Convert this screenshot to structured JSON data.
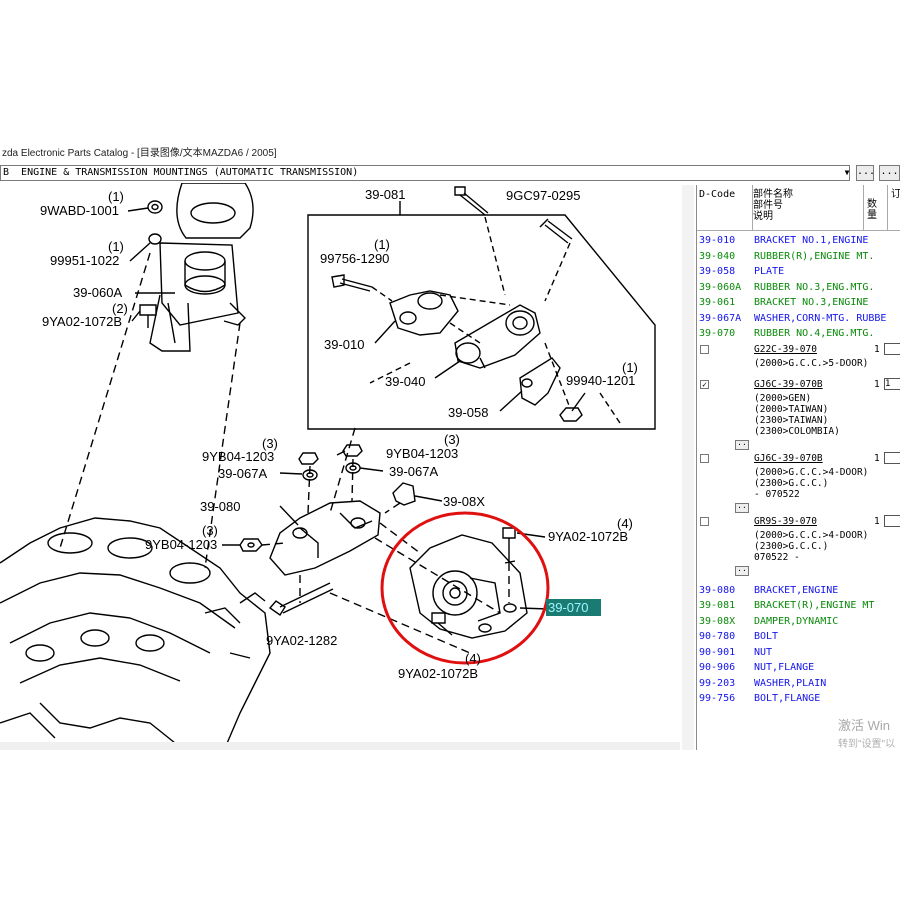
{
  "window": {
    "title": "zda Electronic Parts Catalog - [目录图像/文本MAZDA6 / 2005]"
  },
  "header": {
    "title": "B  ENGINE & TRANSMISSION MOUNTINGS (AUTOMATIC TRANSMISSION)",
    "dropdown_arrow": "▼",
    "button1": "...",
    "button2": "..."
  },
  "diagram": {
    "labels": {
      "l_39081": "39-081",
      "l_9gc97": "9GC97-0295",
      "l_9wabd": "9WABD-1001",
      "l_q1a": "(1)",
      "l_99951": "99951-1022",
      "l_q1b": "(1)",
      "l_39060a": "39-060A",
      "l_9ya02a": "9YA02-1072B",
      "l_q2": "(2)",
      "l_99756": "99756-1290",
      "l_q1c": "(1)",
      "l_39010": "39-010",
      "l_39040": "39-040",
      "l_99940": "99940-1201",
      "l_q1d": "(1)",
      "l_39058": "39-058",
      "l_9yb04a": "9YB04-1203",
      "l_q3a": "(3)",
      "l_39067a_l": "39-067A",
      "l_9yb04b": "9YB04-1203",
      "l_q3b": "(3)",
      "l_39067a_r": "39-067A",
      "l_39080": "39-080",
      "l_3908x": "39-08X",
      "l_9yb04c": "9YB04-1203",
      "l_q3c": "(3)",
      "l_9ya02b": "9YA02-1072B",
      "l_q4a": "(4)",
      "l_9ya02c": "9YA02-1282",
      "l_9ya02d": "9YA02-1072B",
      "l_q4b": "(4)"
    },
    "highlight_label": "39-070",
    "highlight_color": "#e01010"
  },
  "parts_list": {
    "headers": {
      "dcode": "D-Code",
      "name_line1": "部件名称",
      "name_line2": "部件号",
      "name_line3": "说明",
      "qty": "数量",
      "extra": "订"
    },
    "rows_top": [
      {
        "code": "39-010",
        "name": "BRACKET NO.1,ENGINE",
        "color": "blue"
      },
      {
        "code": "39-040",
        "name": "RUBBER(R),ENGINE MT.",
        "color": "green"
      },
      {
        "code": "39-058",
        "name": "PLATE",
        "color": "blue"
      },
      {
        "code": "39-060A",
        "name": "RUBBER NO.3,ENG.MTG.",
        "color": "green"
      },
      {
        "code": "39-061",
        "name": "BRACKET NO.3,ENGINE",
        "color": "green"
      },
      {
        "code": "39-067A",
        "name": "WASHER,CORN-MTG. RUBBE",
        "color": "blue"
      },
      {
        "code": "39-070",
        "name": "RUBBER NO.4,ENG.MTG.",
        "color": "green"
      }
    ],
    "sub_items": [
      {
        "checked": "",
        "part": "G22C-39-070",
        "qty": "1",
        "qty_box": "",
        "notes": [
          "(2000>G.C.C.>5-DOOR)"
        ]
      },
      {
        "checked": "✓",
        "part": "GJ6C-39-070B",
        "qty": "1",
        "qty_box": "1",
        "notes": [
          "(2000>GEN)",
          "(2000>TAIWAN)",
          "(2300>TAIWAN)",
          "(2300>COLOMBIA)"
        ]
      },
      {
        "checked": "",
        "part": "GJ6C-39-070B",
        "qty": "1",
        "qty_box": "",
        "notes": [
          "(2000>G.C.C.>4-DOOR)",
          "(2300>G.C.C.)",
          "       - 070522"
        ]
      },
      {
        "checked": "",
        "part": "GR9S-39-070",
        "qty": "1",
        "qty_box": "",
        "notes": [
          "(2000>G.C.C.>4-DOOR)",
          "(2300>G.C.C.)",
          "070522   -"
        ]
      }
    ],
    "more_button": "..",
    "rows_bottom": [
      {
        "code": "39-080",
        "name": "BRACKET,ENGINE",
        "color": "blue"
      },
      {
        "code": "39-081",
        "name": "BRACKET(R),ENGINE MT",
        "color": "green"
      },
      {
        "code": "39-08X",
        "name": "DAMPER,DYNAMIC",
        "color": "green"
      },
      {
        "code": "90-780",
        "name": "BOLT",
        "color": "blue"
      },
      {
        "code": "90-901",
        "name": "NUT",
        "color": "blue"
      },
      {
        "code": "90-906",
        "name": "NUT,FLANGE",
        "color": "blue"
      },
      {
        "code": "99-203",
        "name": "WASHER,PLAIN",
        "color": "blue"
      },
      {
        "code": "99-756",
        "name": "BOLT,FLANGE",
        "color": "blue"
      }
    ]
  },
  "watermark": {
    "line1": "激活 Win",
    "line2": "转到\"设置\"以"
  }
}
